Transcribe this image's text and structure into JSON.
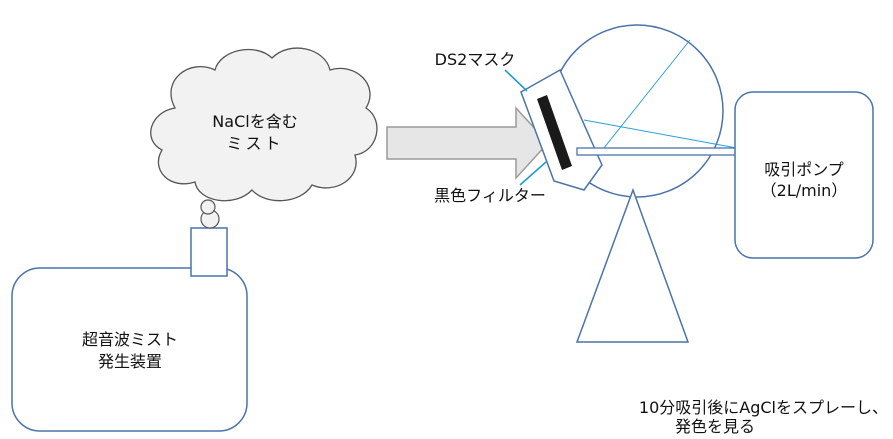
{
  "labels": {
    "mist_cloud_line1": "NaClを含む",
    "mist_cloud_line2": "ミスト",
    "mask_label": "DS2マスク",
    "filter_label": "黒色フィルター",
    "pump_line1": "吸引ポンプ",
    "pump_line2": "（2L/min）",
    "generator_line1": "超音波ミスト",
    "generator_line2": "発生装置",
    "note_line1": "10分吸引後にAgClをスプレーし、",
    "note_line2": "発色を見る"
  },
  "colors": {
    "outline": "#4a73a8",
    "arrow_fill": "#e6e6e6",
    "arrow_stroke": "#9a9a9a",
    "cloud_fill": "#f2f2f2",
    "filter": "#1a1a1a",
    "pointer": "#1f9ad6"
  }
}
